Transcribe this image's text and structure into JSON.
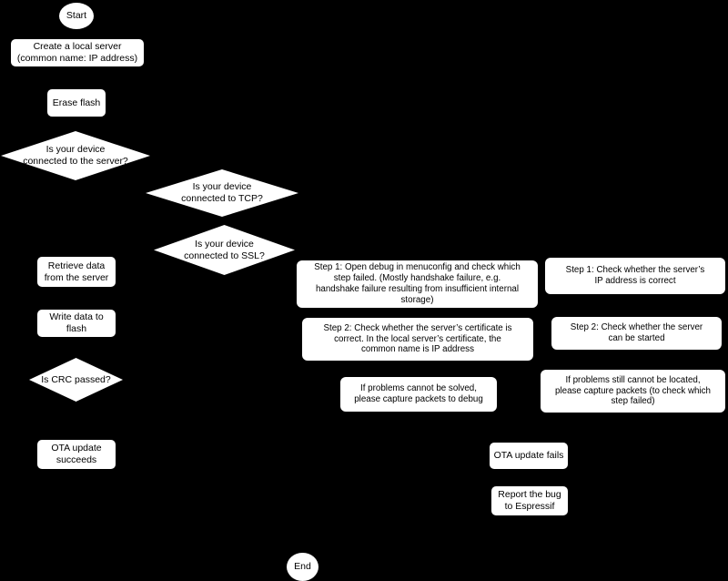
{
  "diagram": {
    "title": "OTA update debugging flowchart",
    "background_color": "#000000",
    "node_fill_color": "#ffffff",
    "node_text_color": "#000000"
  },
  "nodes": {
    "start": {
      "label": "Start",
      "type": "oval"
    },
    "create_server": {
      "label": "Create a local server\n(common name: IP address)",
      "type": "process"
    },
    "erase_flash": {
      "label": "Erase flash",
      "type": "process"
    },
    "q_server": {
      "label": "Is your device\nconnected to the server?",
      "type": "decision"
    },
    "q_tcp": {
      "label": "Is your device\nconnected to TCP?",
      "type": "decision"
    },
    "q_ssl": {
      "label": "Is your device\nconnected to SSL?",
      "type": "decision"
    },
    "retrieve_data": {
      "label": "Retrieve data\nfrom the server",
      "type": "process"
    },
    "write_flash": {
      "label": "Write data to\nflash",
      "type": "process"
    },
    "q_crc": {
      "label": "Is CRC passed?",
      "type": "decision"
    },
    "ota_succeeds": {
      "label": "OTA update\nsucceeds",
      "type": "process"
    },
    "ssl_step1": {
      "label": "Step 1: Open debug in menuconfig and check which\nstep failed. (Mostly handshake failure, e.g.\nhandshake failure resulting from insufficient internal\nstorage)",
      "type": "process"
    },
    "ssl_step2": {
      "label": "Step 2: Check whether the server’s certificate is\ncorrect. In the local server’s certificate, the\ncommon name is IP address",
      "type": "process"
    },
    "ssl_capture": {
      "label": "If problems cannot be solved,\nplease capture packets to debug",
      "type": "process"
    },
    "tcp_step1": {
      "label": "Step 1: Check whether the server’s\nIP address is correct",
      "type": "process"
    },
    "tcp_step2": {
      "label": "Step 2: Check whether the server\ncan be started",
      "type": "process"
    },
    "tcp_capture": {
      "label": "If problems still cannot be located,\nplease capture packets (to check which\nstep failed)",
      "type": "process"
    },
    "ota_fails": {
      "label": "OTA update fails",
      "type": "process"
    },
    "report_bug": {
      "label": "Report the bug\nto Espressif",
      "type": "process"
    },
    "end": {
      "label": "End",
      "type": "oval"
    }
  }
}
